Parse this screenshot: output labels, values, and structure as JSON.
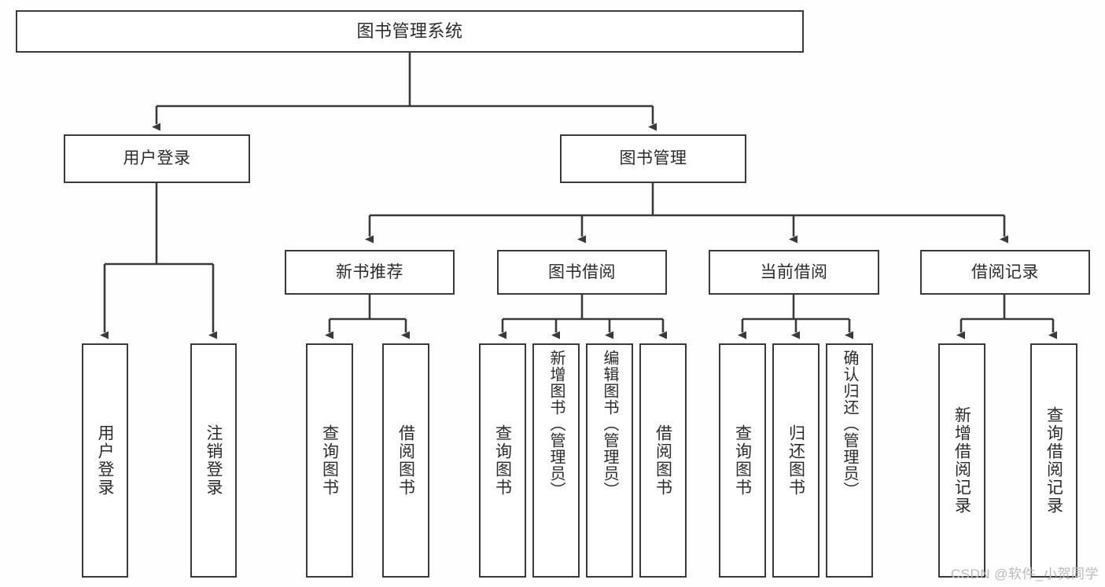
{
  "diagram": {
    "title": "图书管理系统",
    "type": "tree-hierarchy",
    "root": "图书管理系统",
    "level1": [
      {
        "id": "user-login",
        "label": "用户登录"
      },
      {
        "id": "book-manage",
        "label": "图书管理"
      }
    ],
    "level2": [
      {
        "id": "new-book-rec",
        "label": "新书推荐",
        "parent": "book-manage"
      },
      {
        "id": "book-borrow",
        "label": "图书借阅",
        "parent": "book-manage"
      },
      {
        "id": "current-borrow",
        "label": "当前借阅",
        "parent": "book-manage"
      },
      {
        "id": "borrow-record",
        "label": "借阅记录",
        "parent": "book-manage"
      }
    ],
    "leaves": {
      "user_login": [
        {
          "id": "leaf-user-login",
          "label": "用户登录"
        },
        {
          "id": "leaf-logout",
          "label": "注销登录"
        }
      ],
      "new_book_rec": [
        {
          "id": "leaf-query-book-1",
          "label": "查询图书"
        },
        {
          "id": "leaf-borrow-book-1",
          "label": "借阅图书"
        }
      ],
      "book_borrow": [
        {
          "id": "leaf-query-book-2",
          "label": "查询图书"
        },
        {
          "id": "leaf-add-book",
          "label": "新增图书（管理员）"
        },
        {
          "id": "leaf-edit-book",
          "label": "编辑图书（管理员）"
        },
        {
          "id": "leaf-borrow-book-2",
          "label": "借阅图书"
        }
      ],
      "current_borrow": [
        {
          "id": "leaf-query-book-3",
          "label": "查询图书"
        },
        {
          "id": "leaf-return-book",
          "label": "归还图书"
        },
        {
          "id": "leaf-confirm-return",
          "label": "确认归还（管理员）"
        }
      ],
      "borrow_record": [
        {
          "id": "leaf-add-record",
          "label": "新增借阅记录"
        },
        {
          "id": "leaf-query-record",
          "label": "查询借阅记录"
        }
      ]
    },
    "watermark": "CSDN @软件_小贺同学",
    "colors": {
      "background": "#fefefe",
      "box_fill": "#ffffff",
      "box_border": "#3a3a3a",
      "connector": "#3a3a3a",
      "text": "#2b2b2b",
      "watermark": "#b9b9b9"
    }
  }
}
